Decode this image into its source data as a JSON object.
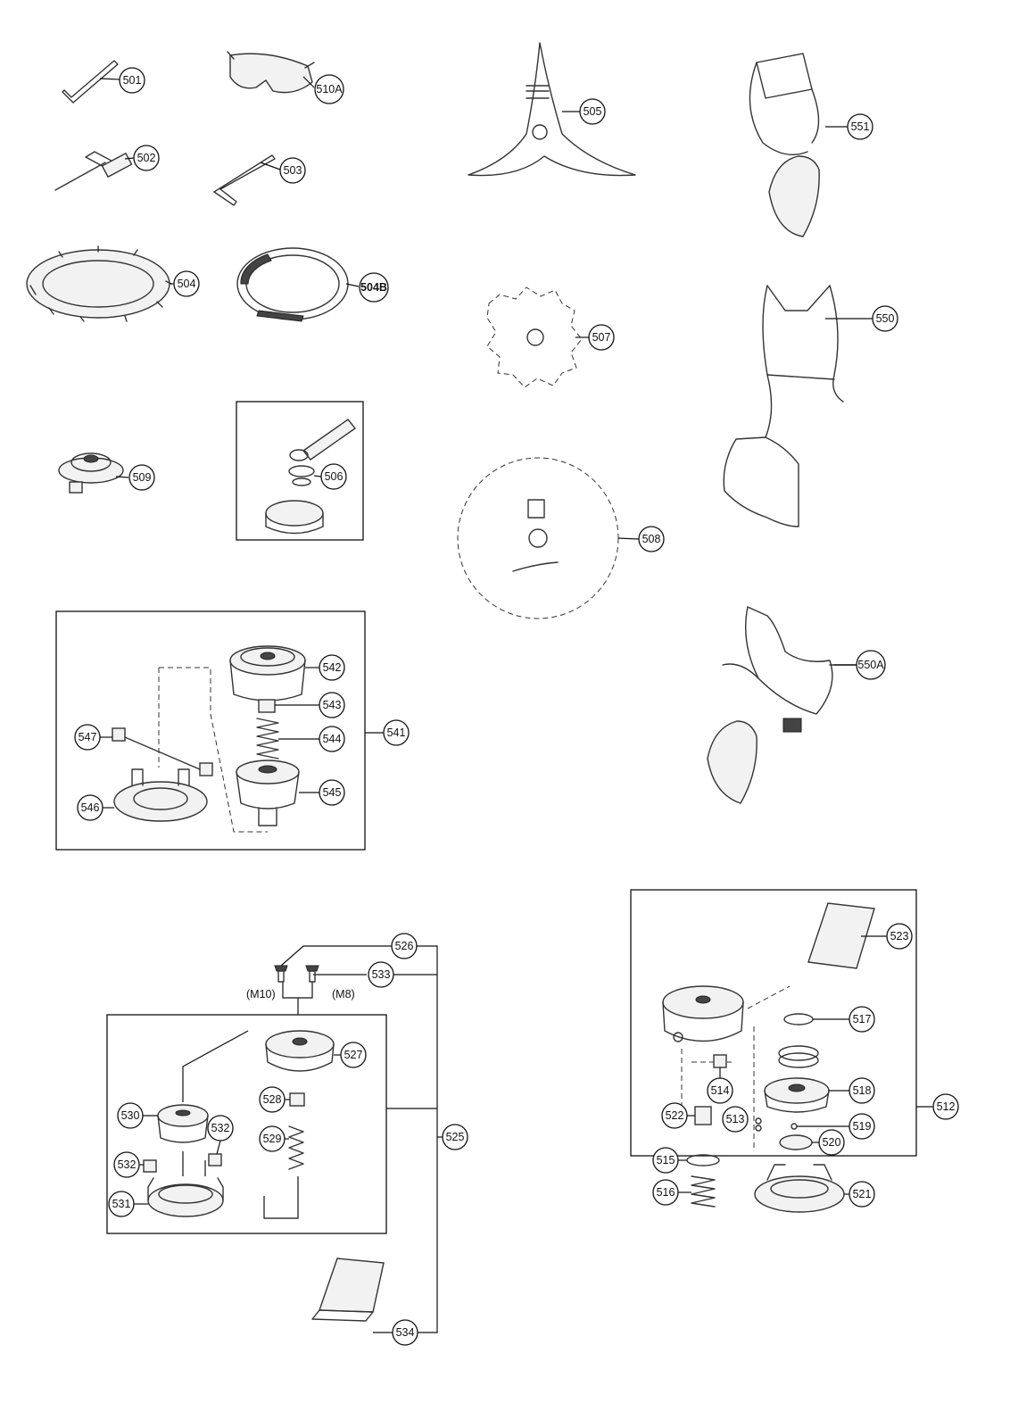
{
  "parts": {
    "p501": "501",
    "p502": "502",
    "p503": "503",
    "p504": "504",
    "p504B": "504B",
    "p505": "505",
    "p506": "506",
    "p507": "507",
    "p508": "508",
    "p509": "509",
    "p510A": "510A",
    "p512": "512",
    "p513": "513",
    "p514": "514",
    "p515": "515",
    "p516": "516",
    "p517": "517",
    "p518": "518",
    "p519": "519",
    "p520": "520",
    "p521": "521",
    "p522": "522",
    "p523": "523",
    "p525": "525",
    "p526": "526",
    "p527": "527",
    "p528": "528",
    "p529": "529",
    "p530": "530",
    "p531": "531",
    "p532": "532",
    "p533": "533",
    "p534": "534",
    "p541": "541",
    "p542": "542",
    "p543": "543",
    "p544": "544",
    "p545": "545",
    "p546": "546",
    "p547": "547",
    "p550": "550",
    "p550A": "550A",
    "p551": "551"
  },
  "notes": {
    "m10": "(M10)",
    "m8": "(M8)"
  }
}
